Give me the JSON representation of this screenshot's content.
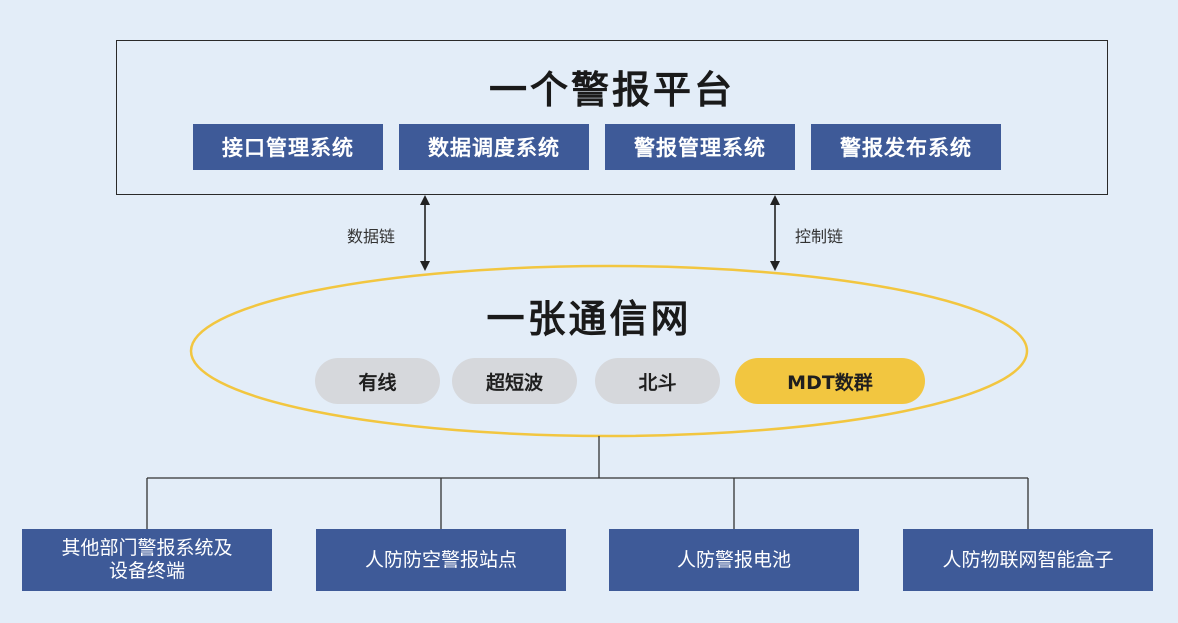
{
  "platform": {
    "title": "一个警报平台",
    "systems": [
      "接口管理系统",
      "数据调度系统",
      "警报管理系统",
      "警报发布系统"
    ]
  },
  "links": {
    "left_label": "数据链",
    "right_label": "控制链"
  },
  "network": {
    "title": "一张通信网",
    "channels": [
      "有线",
      "超短波",
      "北斗",
      "MDT数群"
    ]
  },
  "terminals": [
    {
      "line1": "其他部门警报系统及",
      "line2": "设备终端"
    },
    {
      "line1": "人防防空警报站点",
      "line2": ""
    },
    {
      "line1": "人防警报电池",
      "line2": ""
    },
    {
      "line1": "人防物联网智能盒子",
      "line2": ""
    }
  ],
  "colors": {
    "background": "#e3edf8",
    "box_blue": "#3e5a98",
    "ellipse_stroke": "#f2c640",
    "pill_gray": "#d6d8dc",
    "pill_accent": "#f2c640"
  }
}
